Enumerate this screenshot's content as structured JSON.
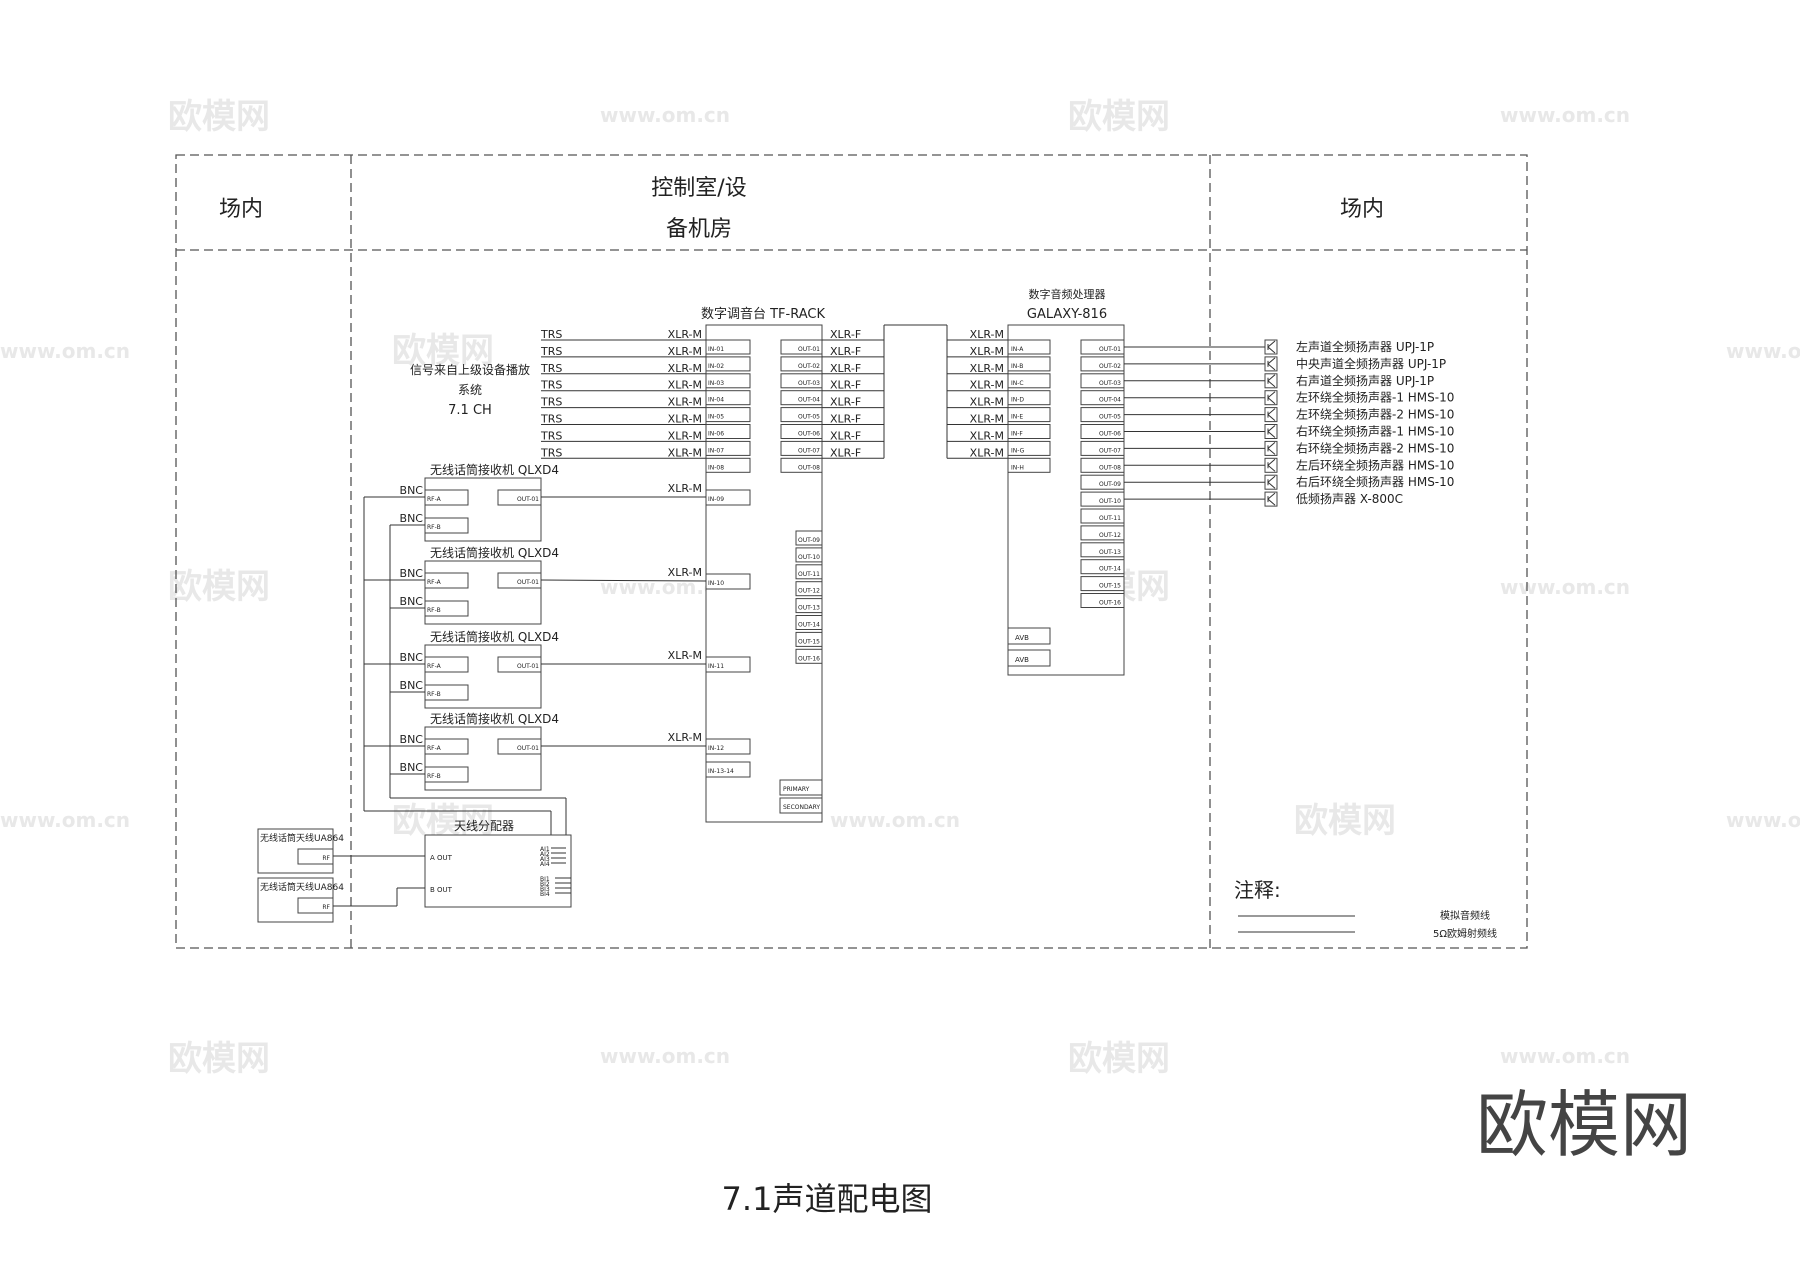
{
  "headers": {
    "left": "场内",
    "middle_line1": "控制室/设",
    "middle_line2": "备机房",
    "right": "场内"
  },
  "source_note": {
    "line1": "信号来自上级设备播放",
    "line2": "系统",
    "line3": "7.1 CH"
  },
  "mixer": {
    "title": "数字调音台 TF-RACK",
    "inputs": [
      "IN-01",
      "IN-02",
      "IN-03",
      "IN-04",
      "IN-05",
      "IN-06",
      "IN-07",
      "IN-08"
    ],
    "outputs": [
      "OUT-01",
      "OUT-02",
      "OUT-03",
      "OUT-04",
      "OUT-05",
      "OUT-06",
      "OUT-07",
      "OUT-08"
    ],
    "outputs_lower": [
      "OUT-09",
      "OUT-10",
      "OUT-11",
      "OUT-12",
      "OUT-13",
      "OUT-14",
      "OUT-15",
      "OUT-16"
    ],
    "wireless_inputs": [
      "IN-09",
      "IN-10",
      "IN-11",
      "IN-12"
    ],
    "extra_input": "IN-13-14",
    "primary": "PRIMARY",
    "secondary": "SECONDARY"
  },
  "labels": {
    "trs": "TRS",
    "xlr_m": "XLR-M",
    "xlr_f": "XLR-F",
    "bnc": "BNC",
    "rf_a": "RF-A",
    "rf_b": "RF-B",
    "rx_out": "OUT-01",
    "rf": "RF",
    "a_out": "A OUT",
    "b_out": "B OUT"
  },
  "processor": {
    "title1": "数字音频处理器",
    "title2": "GALAXY-816",
    "inputs": [
      "IN-A",
      "IN-B",
      "IN-C",
      "IN-D",
      "IN-E",
      "IN-F",
      "IN-G",
      "IN-H"
    ],
    "outputs": [
      "OUT-01",
      "OUT-02",
      "OUT-03",
      "OUT-04",
      "OUT-05",
      "OUT-06",
      "OUT-07",
      "OUT-08",
      "OUT-09",
      "OUT-10",
      "OUT-11",
      "OUT-12",
      "OUT-13",
      "OUT-14",
      "OUT-15",
      "OUT-16"
    ],
    "avb": [
      "AVB",
      "AVB"
    ]
  },
  "speakers": [
    "左声道全频扬声器 UPJ-1P",
    "中央声道全频扬声器 UPJ-1P",
    "右声道全频扬声器 UPJ-1P",
    "左环绕全频扬声器-1 HMS-10",
    "左环绕全频扬声器-2 HMS-10",
    "右环绕全频扬声器-1 HMS-10",
    "右环绕全频扬声器-2 HMS-10",
    "左后环绕全频扬声器 HMS-10",
    "右后环绕全频扬声器 HMS-10",
    "低频扬声器 X-800C"
  ],
  "receivers": [
    "无线话筒接收机 QLXD4",
    "无线话筒接收机 QLXD4",
    "无线话筒接收机 QLXD4",
    "无线话筒接收机 QLXD4"
  ],
  "distributor": {
    "title": "天线分配器",
    "a_ports": [
      "AI1",
      "AI2",
      "AI3",
      "AI4"
    ],
    "b_ports": [
      "BI1",
      "BI2",
      "BI3",
      "BI4"
    ]
  },
  "antennas": [
    "无线话筒天线UA864",
    "无线话筒天线UA864"
  ],
  "notes": {
    "title": "注释:",
    "analog": "模拟音频线",
    "rf": "5Ω欧姆射频线"
  },
  "page_title": "7.1声道配电图",
  "watermark": {
    "logo": "欧模网",
    "url": "www.om.cn"
  }
}
